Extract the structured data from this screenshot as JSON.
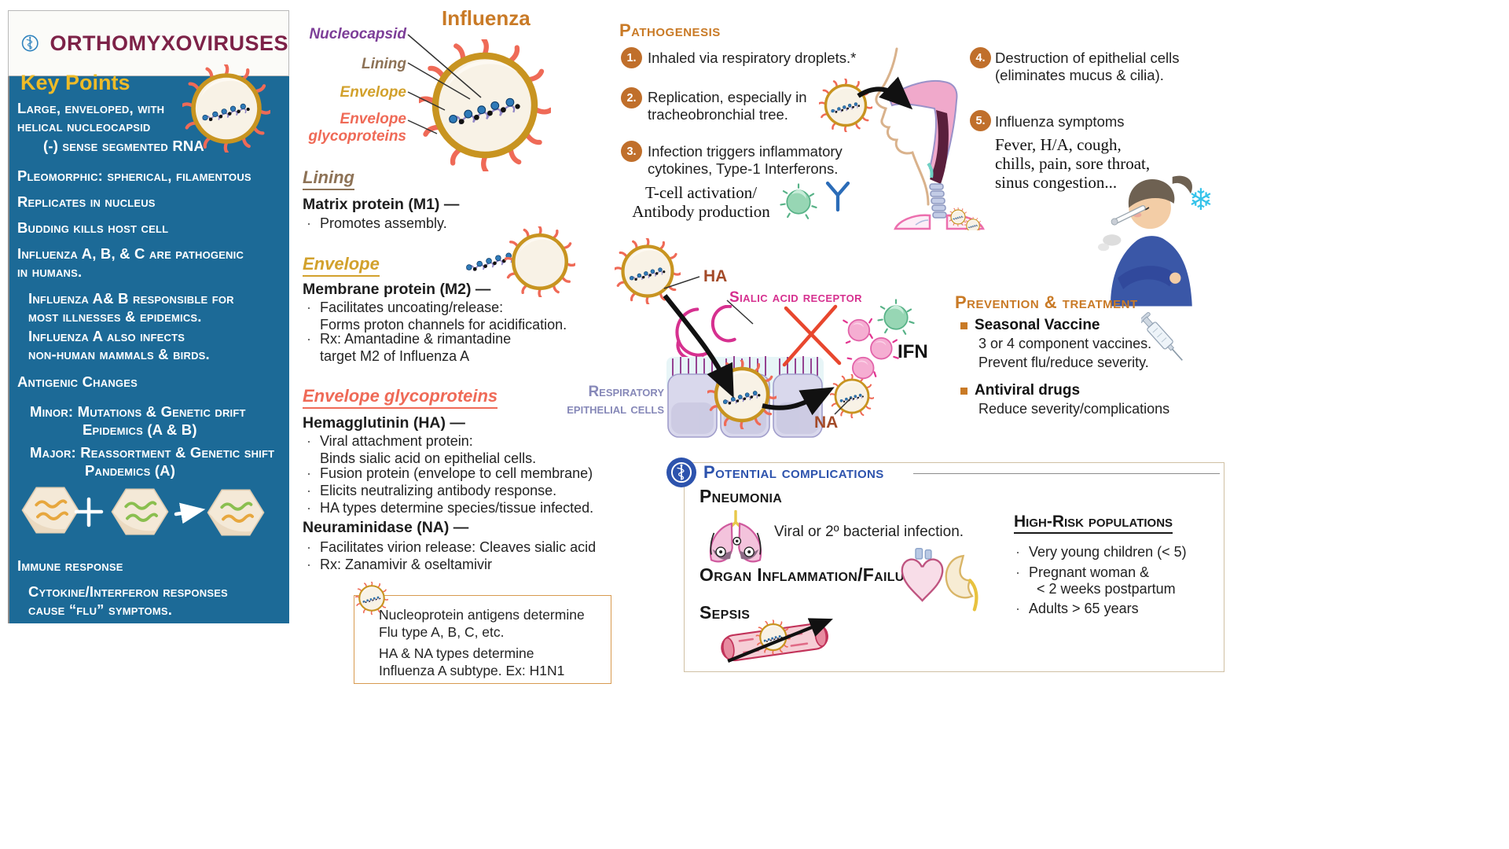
{
  "ui": {
    "bullet": "·"
  },
  "icons": {
    "brand": "rod-of-asclepius-icon",
    "complications": "rod-of-asclepius-icon",
    "snowflake_glyph": "❄"
  },
  "colors": {
    "sidebar_blue": "#1c6a97",
    "brand_maroon": "#7d2248",
    "gold": "#eebb28",
    "orange_heading": "#c97a26",
    "salmon": "#ef6a57",
    "purple": "#7d3f98",
    "brown": "#8d7256",
    "envelope_gold": "#d2a12c",
    "magenta": "#d6308f",
    "cells_purple": "#8688b8",
    "complications_blue": "#2d53ad",
    "rust": "#a34a28"
  },
  "header": {
    "title": "ORTHOMYXOVIRUSES"
  },
  "key_points": {
    "heading": "Key Points",
    "items": [
      {
        "text": "Large, enveloped, with\nhelical nucleocapsid",
        "indent": 0
      },
      {
        "text": "(-) sense segmented RNA",
        "indent": 1
      },
      {
        "text": "Pleomorphic: spherical, filamentous",
        "indent": 0
      },
      {
        "text": "Replicates in nucleus",
        "indent": 0
      },
      {
        "text": "Budding kills host cell",
        "indent": 0
      },
      {
        "text": "Influenza A, B, & C are pathogenic\nin humans.",
        "indent": 0
      },
      {
        "text": "Influenza A& B responsible for\nmost illnesses & epidemics.",
        "indent": 1
      },
      {
        "text": "Influenza A also infects\nnon-human mammals & birds.",
        "indent": 1
      },
      {
        "text": "Antigenic Changes",
        "indent": 0
      },
      {
        "text": "Minor: Mutations & Genetic drift",
        "indent": 1
      },
      {
        "text": "Epidemics (A & B)",
        "indent": 2
      },
      {
        "text": "Major: Reassortment & Genetic shift",
        "indent": 1
      },
      {
        "text": "Pandemics (A)",
        "indent": 2
      },
      {
        "text": "Immune response",
        "indent": 0
      },
      {
        "text": "Cytokine/Interferon responses\ncause “flu” symptoms.",
        "indent": 1
      }
    ]
  },
  "virus_diagram": {
    "title": "Influenza",
    "labels": {
      "nucleocapsid": "Nucleocapsid",
      "lining": "Lining",
      "envelope": "Envelope",
      "glycoproteins": "Envelope\nglycoproteins"
    }
  },
  "lining_section": {
    "heading": "Lining",
    "protein": "Matrix protein (M1) —",
    "bullets": [
      "Promotes assembly."
    ]
  },
  "envelope_section": {
    "heading": "Envelope",
    "protein": "Membrane protein (M2) —",
    "bullets": [
      "Facilitates uncoating/release:\nForms proton channels for acidification.",
      "Rx: Amantadine & rimantadine\ntarget M2 of Influenza A"
    ]
  },
  "glyco_section": {
    "heading": "Envelope glycoproteins",
    "ha_protein": "Hemagglutinin (HA) —",
    "ha_bullets": [
      "Viral attachment protein:\nBinds sialic acid on epithelial cells.",
      "Fusion protein (envelope to cell membrane)",
      "Elicits neutralizing antibody response.",
      "HA types determine species/tissue infected."
    ],
    "na_protein": "Neuraminidase (NA) —",
    "na_bullets": [
      "Facilitates virion release: Cleaves sialic acid",
      "Rx: Zanamivir & oseltamivir"
    ]
  },
  "note_box": {
    "para1": "Nucleoprotein antigens determine\nFlu type A, B, C, etc.",
    "para2": "HA & NA types determine\nInfluenza A subtype. Ex: H1N1"
  },
  "pathogenesis": {
    "heading": "Pathogenesis",
    "steps": [
      {
        "num": "1.",
        "text": "Inhaled via respiratory droplets.*"
      },
      {
        "num": "2.",
        "text": "Replication, especially in\ntracheobronchial tree."
      },
      {
        "num": "3.",
        "text": "Infection triggers inflammatory\ncytokines, Type-1 Interferons."
      },
      {
        "num": "4.",
        "text": "Destruction of epithelial cells\n(eliminates mucus & cilia)."
      },
      {
        "num": "5.",
        "text": "Influenza symptoms"
      }
    ],
    "tcell_note": "T-cell activation/\nAntibody production",
    "symptoms": "Fever, H/A, cough,\nchills, pain, sore throat,\nsinus congestion..."
  },
  "infection_diagram": {
    "ha_label": "HA",
    "receptor_label": "Sialic acid receptor",
    "cells_label": "Respiratory\nepithelial cells",
    "na_label": "NA",
    "ifn_label": "IFN"
  },
  "prevention": {
    "heading": "Prevention & treatment",
    "items": [
      {
        "title": "Seasonal Vaccine",
        "lines": [
          "3 or 4 component vaccines.",
          "Prevent flu/reduce severity."
        ]
      },
      {
        "title": "Antiviral drugs",
        "lines": [
          "Reduce severity/complications"
        ]
      }
    ]
  },
  "complications": {
    "heading": "Potential complications",
    "pneumonia_title": "Pneumonia",
    "pneumonia_text": "Viral or 2º bacterial infection.",
    "organ_title": "Organ Inflammation/Failure",
    "sepsis_title": "Sepsis",
    "high_risk": {
      "heading": "High-Risk populations",
      "items": [
        "Very young children (< 5)",
        "Pregnant woman &\n  < 2 weeks postpartum",
        "Adults > 65 years"
      ]
    }
  }
}
